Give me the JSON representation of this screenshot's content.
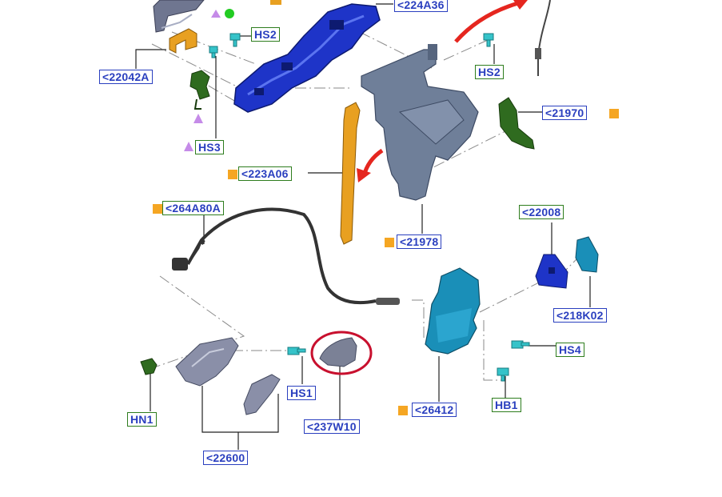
{
  "callouts": {
    "c224A36": {
      "text": "<224A36",
      "style": "blue"
    },
    "cHS2a": {
      "text": "HS2",
      "style": "green"
    },
    "c22042A": {
      "text": "<22042A",
      "style": "blue"
    },
    "cHS2b": {
      "text": "HS2",
      "style": "green"
    },
    "c21970": {
      "text": "<21970",
      "style": "blue"
    },
    "cHS3": {
      "text": "HS3",
      "style": "green"
    },
    "c223A06": {
      "text": "<223A06",
      "style": "green"
    },
    "c264A80A": {
      "text": "<264A80A",
      "style": "green"
    },
    "c21978": {
      "text": "<21978",
      "style": "blue"
    },
    "c22008": {
      "text": "<22008",
      "style": "green"
    },
    "c218K02": {
      "text": "<218K02",
      "style": "blue"
    },
    "cHS4": {
      "text": "HS4",
      "style": "green"
    },
    "cHN1": {
      "text": "HN1",
      "style": "green"
    },
    "cHS1": {
      "text": "HS1",
      "style": "blue"
    },
    "cHB1": {
      "text": "HB1",
      "style": "green"
    },
    "c26412": {
      "text": "<26412",
      "style": "blue"
    },
    "c237W10": {
      "text": "<237W10",
      "style": "blue"
    },
    "c22600": {
      "text": "<22600",
      "style": "blue"
    }
  },
  "colors": {
    "label_blue": "#2a3fbf",
    "label_green": "#2e7d1e",
    "marker_orange": "#f5a623",
    "highlight_red": "#c8102e",
    "arrow_red": "#e5261f",
    "part_blue": "#1e34c8",
    "part_grey": "#6f7f99",
    "part_orange": "#e8a021",
    "part_cyan": "#1a8fb8",
    "fastener_teal": "#35c3c9",
    "part_green": "#2f6b1f",
    "marker_purple": "#c58be8"
  }
}
